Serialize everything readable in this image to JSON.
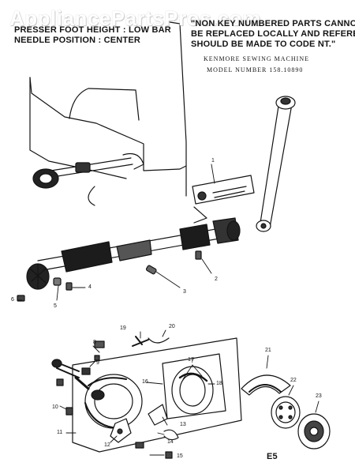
{
  "watermark": "AppliancePartsPros.com",
  "header_left": {
    "line1": "PRESSER FOOT HEIGHT : LOW BAR",
    "line2": "NEEDLE POSITION : CENTER"
  },
  "header_right": {
    "line1": "\"NON KEY NUMBERED PARTS CANNOT",
    "line2": "BE REPLACED LOCALLY AND REFERENCE",
    "line3": "SHOULD BE MADE TO CODE NT.\""
  },
  "model": {
    "line1": "KENMORE SEWING MACHINE",
    "line2": "MODEL NUMBER 158.10890"
  },
  "page_code": "E5",
  "callouts": [
    "1",
    "2",
    "3",
    "4",
    "5",
    "6",
    "7",
    "8",
    "9",
    "10",
    "11",
    "12",
    "13",
    "14",
    "15",
    "16",
    "17",
    "18",
    "19",
    "20",
    "21",
    "22",
    "23"
  ],
  "colors": {
    "ink": "#141414",
    "paper": "#ffffff",
    "watermark": "#ffffff"
  }
}
